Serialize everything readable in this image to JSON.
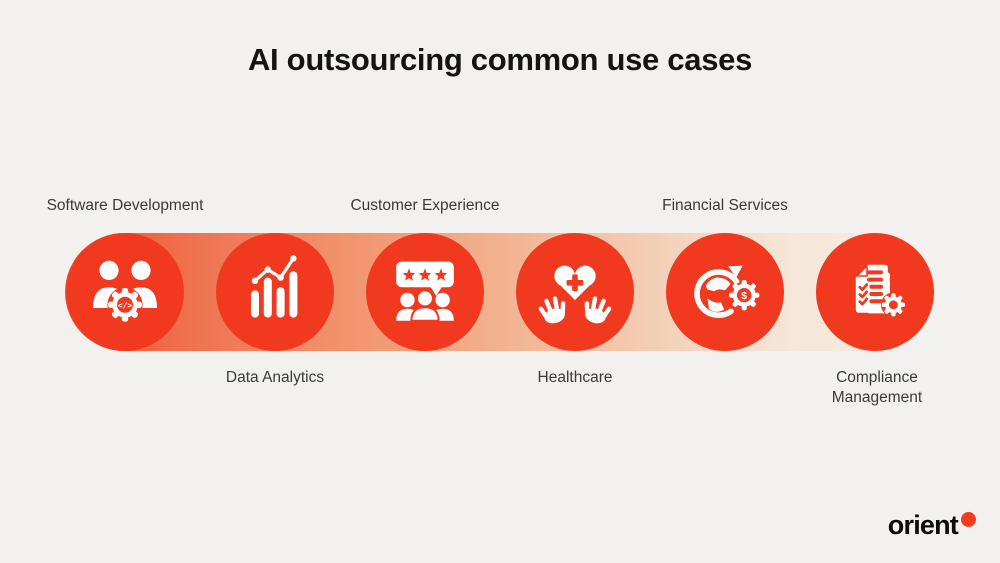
{
  "title": "AI outsourcing common use cases",
  "use_cases": [
    {
      "label": "Software Development",
      "icon": "team-code-gear-icon",
      "label_position": "above"
    },
    {
      "label": "Data Analytics",
      "icon": "bar-chart-trend-icon",
      "label_position": "below"
    },
    {
      "label": "Customer Experience",
      "icon": "rating-bubble-people-icon",
      "label_position": "above"
    },
    {
      "label": "Healthcare",
      "icon": "hands-heart-cross-icon",
      "label_position": "below"
    },
    {
      "label": "Financial Services",
      "icon": "globe-dollar-gear-icon",
      "label_position": "above"
    },
    {
      "label": "Compliance Management",
      "icon": "checklist-gear-icon",
      "label_position": "below"
    }
  ],
  "brand": {
    "wordmark": "orient"
  },
  "colors": {
    "background": "#f2f1ef",
    "circle_red": "#f0391f",
    "band_gradient": [
      "#f4512e",
      "#ef7551",
      "#f1956f",
      "#f2b28f",
      "#f3cdb4",
      "#f5e7da",
      "#f6ecdf"
    ],
    "title_text": "#141414",
    "label_text": "#3a3a3a",
    "brand_dot": "#f43a1c"
  }
}
